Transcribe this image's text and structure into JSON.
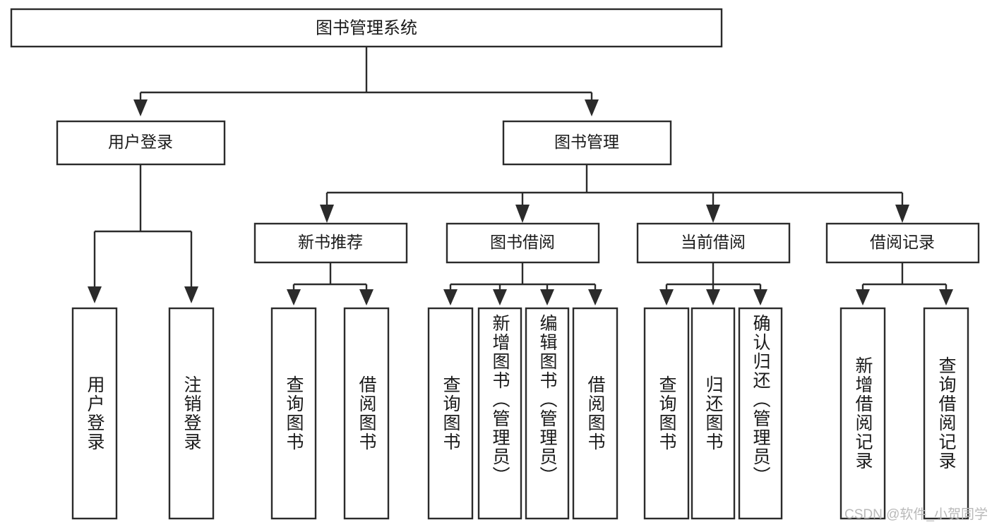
{
  "diagram": {
    "kind": "tree-hierarchy-chart",
    "root": {
      "id": "root",
      "label": "图书管理系统"
    },
    "level2": [
      {
        "id": "user-login",
        "label": "用户登录"
      },
      {
        "id": "book-manage",
        "label": "图书管理"
      }
    ],
    "level3": [
      {
        "id": "new-book-recommend",
        "label": "新书推荐",
        "parent": "book-manage"
      },
      {
        "id": "book-borrow",
        "label": "图书借阅",
        "parent": "book-manage"
      },
      {
        "id": "current-borrow",
        "label": "当前借阅",
        "parent": "book-manage"
      },
      {
        "id": "borrow-record",
        "label": "借阅记录",
        "parent": "book-manage"
      }
    ],
    "leaves": [
      {
        "id": "leaf-user-login",
        "label": "用户登录",
        "parent": "user-login"
      },
      {
        "id": "leaf-logout-login",
        "label": "注销登录",
        "parent": "user-login"
      },
      {
        "id": "leaf-query-book-1",
        "label": "查询图书",
        "parent": "new-book-recommend"
      },
      {
        "id": "leaf-borrow-book-1",
        "label": "借阅图书",
        "parent": "new-book-recommend"
      },
      {
        "id": "leaf-query-book-2",
        "label": "查询图书",
        "parent": "book-borrow"
      },
      {
        "id": "leaf-add-book",
        "label": "新增图书（管理员）",
        "parent": "book-borrow"
      },
      {
        "id": "leaf-edit-book",
        "label": "编辑图书（管理员）",
        "parent": "book-borrow"
      },
      {
        "id": "leaf-borrow-book-2",
        "label": "借阅图书",
        "parent": "book-borrow"
      },
      {
        "id": "leaf-query-book-3",
        "label": "查询图书",
        "parent": "current-borrow"
      },
      {
        "id": "leaf-return-book",
        "label": "归还图书",
        "parent": "current-borrow"
      },
      {
        "id": "leaf-confirm-return",
        "label": "确认归还（管理员）",
        "parent": "current-borrow"
      },
      {
        "id": "leaf-add-record",
        "label": "新增借阅记录",
        "parent": "borrow-record"
      },
      {
        "id": "leaf-query-record",
        "label": "查询借阅记录",
        "parent": "borrow-record"
      }
    ],
    "colors": {
      "box_stroke": "#2b2b2b",
      "box_fill": "#ffffff",
      "connector": "#2b2b2b",
      "text": "#1a1a1a",
      "watermark": "#b9b9b9",
      "background": "#ffffff"
    }
  },
  "watermark": {
    "text": "CSDN @软件_小贺同学"
  }
}
